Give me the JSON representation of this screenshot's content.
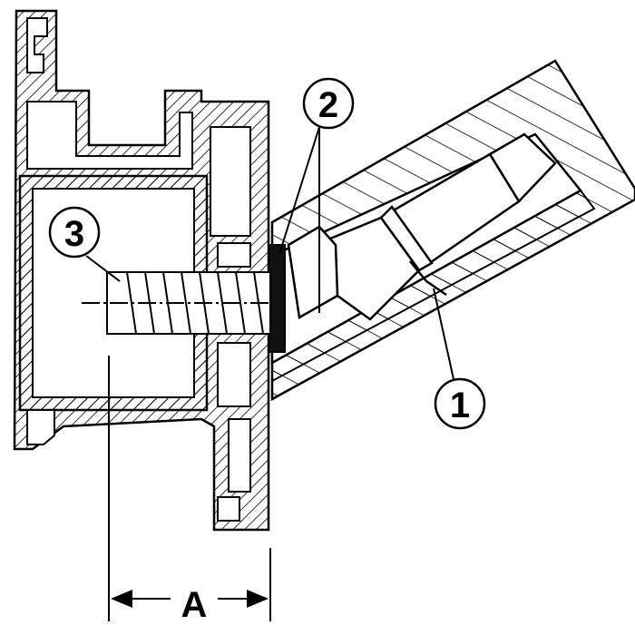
{
  "callouts": [
    {
      "id": "1",
      "text": "1"
    },
    {
      "id": "2",
      "text": "2"
    },
    {
      "id": "3",
      "text": "3"
    }
  ],
  "dimension": {
    "text": "A"
  },
  "colors": {
    "line": "#000000",
    "background": "#ffffff",
    "pad": "#111111"
  }
}
